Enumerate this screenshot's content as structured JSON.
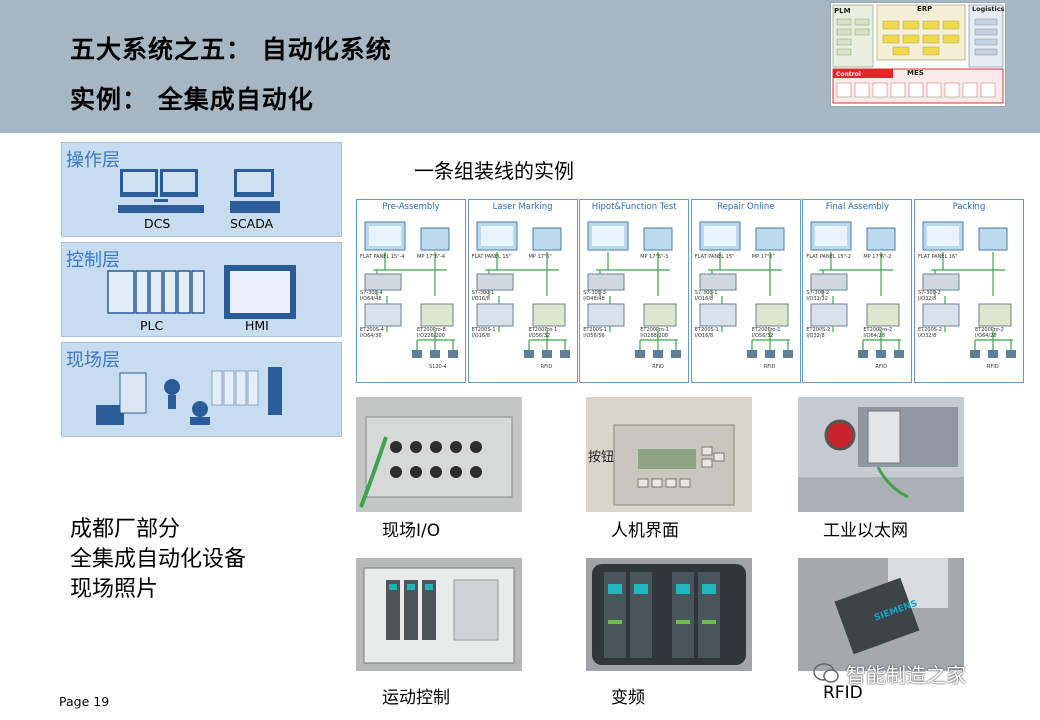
{
  "header": {
    "title_line1": "五大系统之五： 自动化系统",
    "title_line2": "实例： 全集成自动化",
    "thumb": {
      "plm": "PLM",
      "erp": "ERP",
      "logistics": "Logistics",
      "mes": "MES",
      "control": "Control"
    }
  },
  "layers": [
    {
      "title": "操作层",
      "devices": [
        "DCS",
        "SCADA"
      ]
    },
    {
      "title": "控制层",
      "devices": [
        "PLC",
        "HMI"
      ]
    },
    {
      "title": "现场层",
      "devices": []
    }
  ],
  "subtitle": "一条组装线的实例",
  "diagram": {
    "panels": [
      {
        "title": "Pre-Assembly",
        "hmi1": "FLAT PANEL 15\"-4",
        "hmi2": "MP 17\"6\"-4",
        "cpu": "S7-300-4\nI/O64/48",
        "et1": "ET200S-4\nI/O64/36",
        "et2": "ET200Pro-8\nI/O226/200",
        "extra": "S120-4"
      },
      {
        "title": "Laser Marking",
        "hmi1": "FLAT PANEL 15\"",
        "hmi2": "MP 17\"6\"",
        "cpu": "S7-300-1\nI/O16/8",
        "et1": "ET200S-1\nI/O16/8",
        "et2": "ET200Pro-1\nI/O56/32",
        "extra": "RFID"
      },
      {
        "title": "Hipot&Function Test",
        "hmi1": "",
        "hmi2": "MP 17\"6\"-3",
        "cpu": "S7-300-3\nI/O48/48",
        "et1": "ET200S-1\nI/O56/56",
        "et2": "ET200Pro-1\nI/O288/208",
        "extra": "RFID"
      },
      {
        "title": "Repair Online",
        "hmi1": "FLAT PANEL 15\"",
        "hmi2": "MP 17\"6\"",
        "cpu": "S7-300-1\nI/O16/8",
        "et1": "ET200S-1\nI/O16/8",
        "et2": "ET200Pro-1\nI/O56/32",
        "extra": "RFID"
      },
      {
        "title": "Final Assembly",
        "hmi1": "FLAT PANEL 15\"-2",
        "hmi2": "MP 17\"6\"-2",
        "cpu": "S7-300-2\nI/O32/32",
        "et1": "ET200S-2\nI/O32/8",
        "et2": "ET200Pro-2\nI/O64/28",
        "extra": "RFID"
      },
      {
        "title": "Packing",
        "hmi1": "FLAT PANEL 16\"",
        "hmi2": "",
        "cpu": "S7-300-2\nI/O32/8",
        "et1": "ET200S-2\nI/O32/8",
        "et2": "ET200Pro-2\nI/O64/28",
        "extra": "RFID"
      }
    ]
  },
  "photos": [
    {
      "caption": "现场I/O",
      "overlay": ""
    },
    {
      "caption": "人机界面",
      "overlay": "按钮"
    },
    {
      "caption": "工业以太网",
      "overlay": ""
    },
    {
      "caption": "运动控制",
      "overlay": ""
    },
    {
      "caption": "变频",
      "overlay": ""
    },
    {
      "caption": "RFID",
      "overlay": "SIEMENS"
    }
  ],
  "left_note": [
    "成都厂部分",
    "全集成自动化设备",
    "现场照片"
  ],
  "page_label": "Page 19",
  "watermark": "智能制造之家",
  "colors": {
    "header": "#a7b6c3",
    "layer_bg": "#c7dcef",
    "layer_title": "#3a78c2",
    "diagram_border": "#6c98c4"
  }
}
